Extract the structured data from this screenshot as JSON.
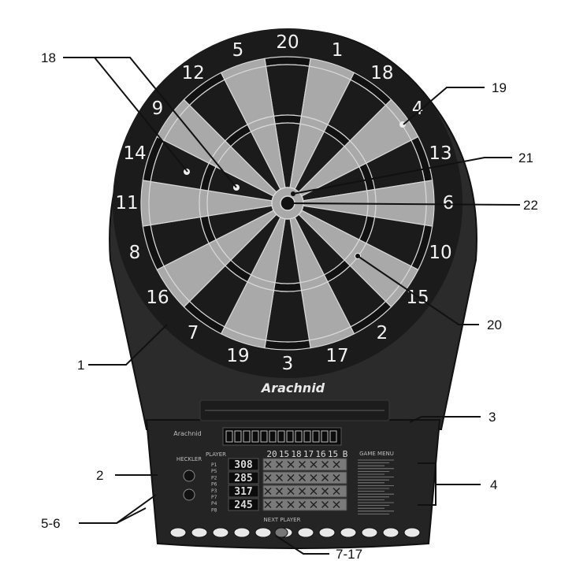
{
  "brand": "Arachnid",
  "board_numbers": [
    "20",
    "1",
    "18",
    "4",
    "13",
    "6",
    "10",
    "15",
    "2",
    "17",
    "3",
    "19",
    "7",
    "16",
    "8",
    "11",
    "14",
    "9",
    "12",
    "5"
  ],
  "callouts": {
    "c18": "18",
    "c19": "19",
    "c21": "21",
    "c22": "22",
    "c20": "20",
    "c1": "1",
    "c3": "3",
    "c2": "2",
    "c4": "4",
    "c56": "5-6",
    "c717": "7-17"
  },
  "console": {
    "cricket_header": [
      "20",
      "15",
      "18",
      "17",
      "16",
      "15",
      "B"
    ],
    "scores": [
      "308",
      "285",
      "317",
      "245"
    ],
    "heckler_label": "HECKLER",
    "player_label": "PLAYER",
    "game_menu_label": "GAME MENU",
    "next_player": "NEXT PLAYER",
    "player_tags": [
      "P1",
      "P5",
      "P2",
      "P6",
      "P3",
      "P7",
      "P4",
      "P8"
    ]
  },
  "colors": {
    "body": "#2a2a2a",
    "board_black": "#1b1b1b",
    "board_light": "#a9a9a9",
    "accent_dark": "#111111"
  }
}
